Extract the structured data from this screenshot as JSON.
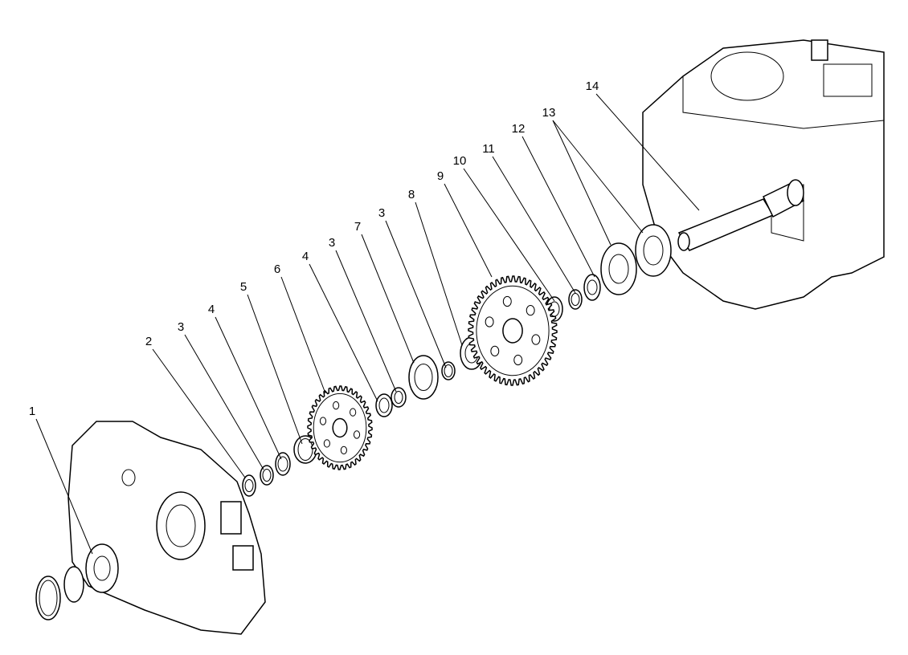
{
  "diagram": {
    "callouts": [
      {
        "label": "1"
      },
      {
        "label": "2"
      },
      {
        "label": "3"
      },
      {
        "label": "4"
      },
      {
        "label": "5"
      },
      {
        "label": "6"
      },
      {
        "label": "4"
      },
      {
        "label": "3"
      },
      {
        "label": "7"
      },
      {
        "label": "3"
      },
      {
        "label": "8"
      },
      {
        "label": "9"
      },
      {
        "label": "10"
      },
      {
        "label": "11"
      },
      {
        "label": "12"
      },
      {
        "label": "13"
      },
      {
        "label": "14"
      }
    ]
  }
}
